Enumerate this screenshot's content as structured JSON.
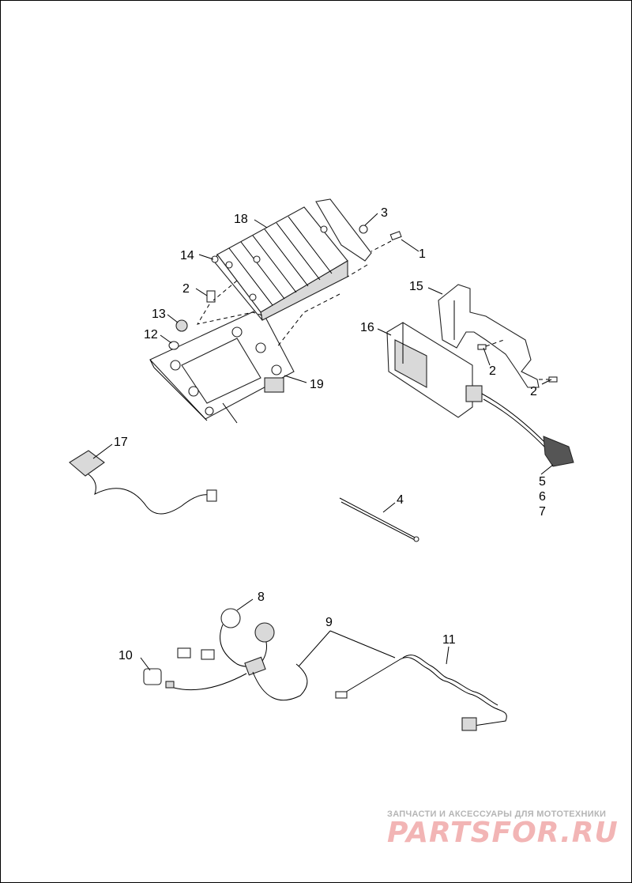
{
  "callouts": {
    "c1": "1",
    "c2a": "2",
    "c2b": "2",
    "c2c": "2",
    "c3": "3",
    "c4": "4",
    "c5": "5",
    "c6": "6",
    "c7": "7",
    "c8": "8",
    "c9": "9",
    "c10": "10",
    "c11": "11",
    "c12": "12",
    "c13": "13",
    "c14": "14",
    "c15": "15",
    "c16": "16",
    "c17": "17",
    "c18": "18",
    "c19": "19"
  },
  "watermark": {
    "tagline": "ЗАПЧАСТИ И АКСЕССУАРЫ ДЛЯ МОТОТЕХНИКИ",
    "logo": "PARTSFOR.RU"
  },
  "colors": {
    "line": "#000000",
    "watermark_text": "#b5b5b5",
    "watermark_logo": "#f2b5b5"
  }
}
